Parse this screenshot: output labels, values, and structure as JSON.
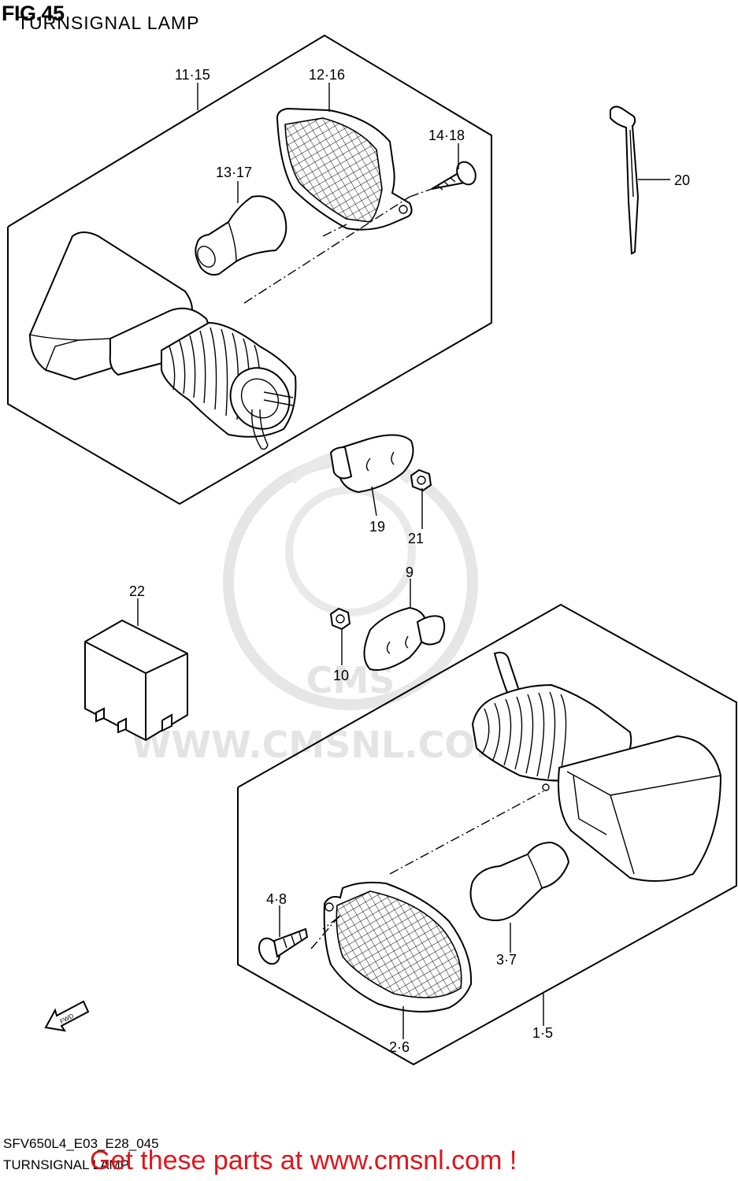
{
  "figure": {
    "number": "FIG.45",
    "title": "TURNSIGNAL LAMP"
  },
  "footer": {
    "drawing_code": "SFV650L4_E03_E28_045",
    "caption": "TURNSIGNAL LAMP",
    "promo": "Get these parts at www.cmsnl.com !"
  },
  "watermark": {
    "logo_text": "CMS",
    "url": "WWW.CMSNL.COM"
  },
  "direction_marker": "FWD",
  "callouts": [
    {
      "id": "11-15",
      "label": "11·15"
    },
    {
      "id": "12-16",
      "label": "12·16"
    },
    {
      "id": "14-18",
      "label": "14·18"
    },
    {
      "id": "13-17",
      "label": "13·17"
    },
    {
      "id": "20",
      "label": "20"
    },
    {
      "id": "19",
      "label": "19"
    },
    {
      "id": "21",
      "label": "21"
    },
    {
      "id": "22",
      "label": "22"
    },
    {
      "id": "9",
      "label": "9"
    },
    {
      "id": "10",
      "label": "10"
    },
    {
      "id": "4-8",
      "label": "4·8"
    },
    {
      "id": "3-7",
      "label": "3·7"
    },
    {
      "id": "2-6",
      "label": "2·6"
    },
    {
      "id": "1-5",
      "label": "1·5"
    }
  ],
  "colors": {
    "line": "#000000",
    "watermark": "#e4e4e4",
    "promo": "#e0141b",
    "background": "#ffffff"
  }
}
